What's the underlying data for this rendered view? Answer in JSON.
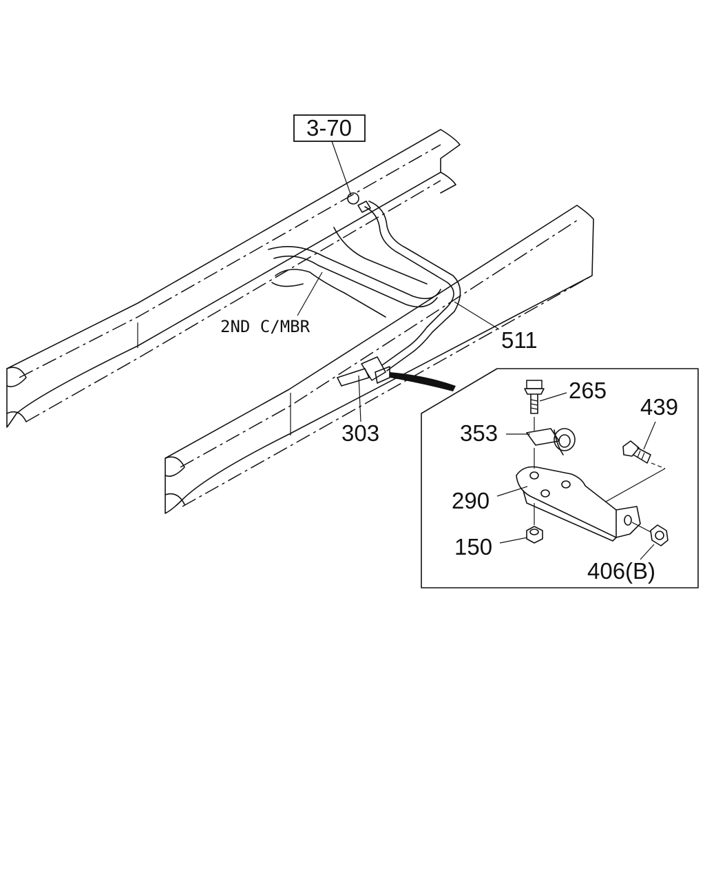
{
  "diagram": {
    "reference_box": "3-70",
    "member_label": "2ND C/MBR",
    "callouts": {
      "pipe": "511",
      "clip": "303",
      "bolt_top": "265",
      "clamp": "353",
      "bolt_side": "439",
      "bracket": "290",
      "nut_bottom": "150",
      "nut_side": "406(B)"
    }
  }
}
